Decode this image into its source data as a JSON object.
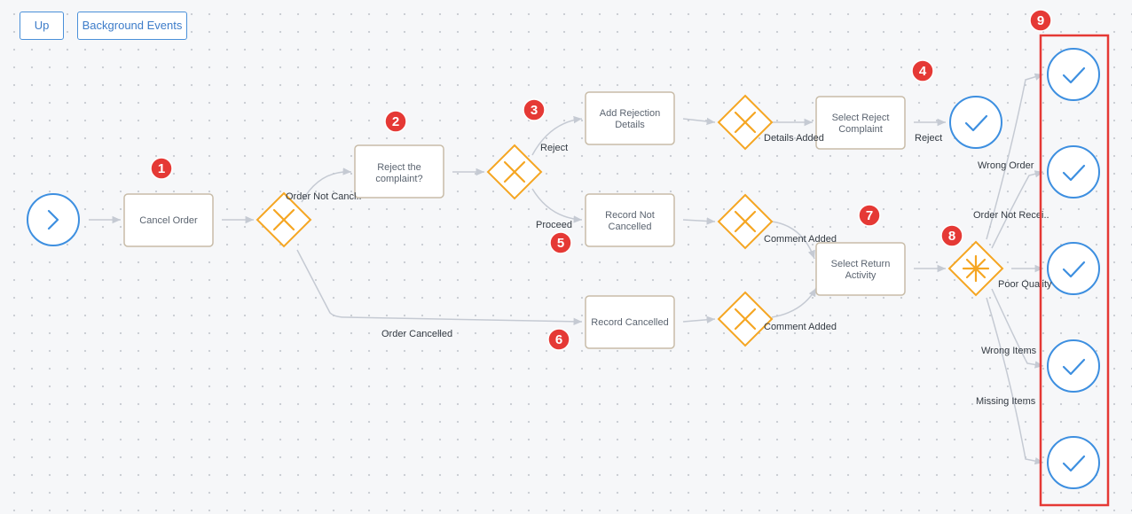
{
  "toolbar": {
    "up_label": "Up",
    "background_events_label": "Background Events"
  },
  "tasks": {
    "cancel_order": [
      "Cancel Order"
    ],
    "reject_complaint": [
      "Reject the",
      "complaint?"
    ],
    "add_rejection_details": [
      "Add Rejection",
      "Details"
    ],
    "record_not_cancelled": [
      "Record Not",
      "Cancelled"
    ],
    "record_cancelled": [
      "Record Cancelled"
    ],
    "select_reject_complaint": [
      "Select Reject",
      "Complaint"
    ],
    "select_return_activity": [
      "Select Return",
      "Activity"
    ]
  },
  "flow_labels": {
    "order_not_cancelled": "Order Not Cancl..",
    "order_cancelled": "Order Cancelled",
    "reject": "Reject",
    "proceed": "Proceed",
    "details_added": "Details Added",
    "comment_added_1": "Comment Added",
    "comment_added_2": "Comment Added",
    "reject_end": "Reject",
    "wrong_order": "Wrong Order",
    "order_not_received": "Order Not Recei..",
    "poor_quality": "Poor Quality",
    "wrong_items": "Wrong Items",
    "missing_items": "Missing Items"
  },
  "badges": [
    "1",
    "2",
    "3",
    "4",
    "5",
    "6",
    "7",
    "8",
    "9"
  ],
  "colors": {
    "event_blue": "#3d8fe0",
    "gateway_orange": "#f5a623",
    "task_border": "#c8bca8",
    "connector": "#c5cad3",
    "badge_red": "#e53935",
    "highlight_red": "#e53935"
  }
}
